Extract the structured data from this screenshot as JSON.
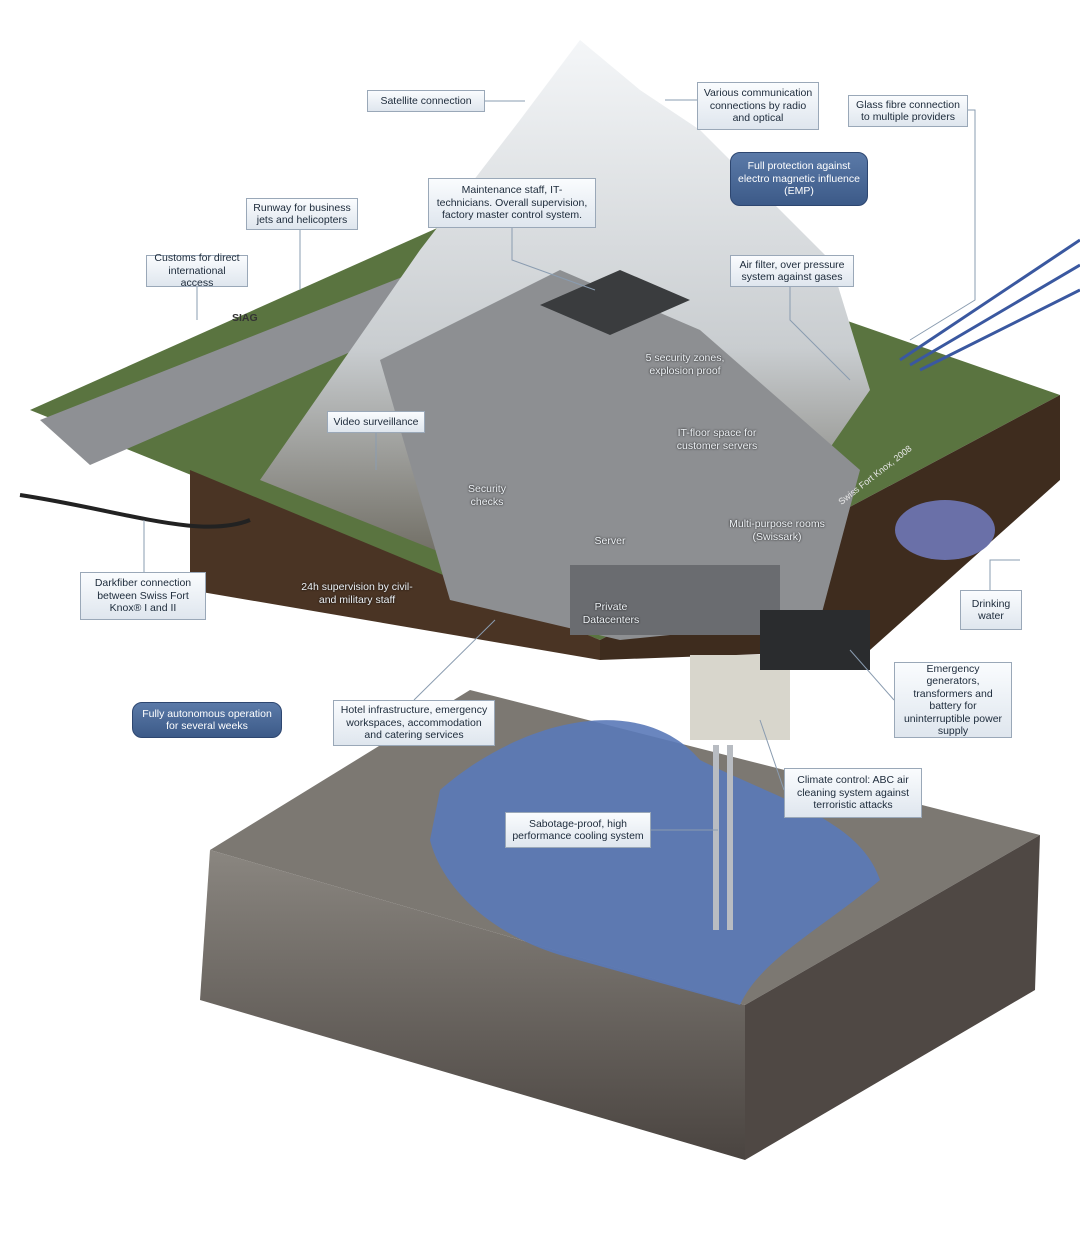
{
  "labels": {
    "satellite": "Satellite connection",
    "communication": "Various communication connections by radio and optical",
    "glass_fibre": "Glass fibre connection to multiple providers",
    "emp": "Full protection against electro magnetic influence (EMP)",
    "maintenance": "Maintenance staff, IT-technicians. Overall supervision, factory master control system.",
    "runway": "Runway for business jets and helicopters",
    "customs": "Customs for direct international access",
    "air_filter": "Air filter, over pressure system against gases",
    "video": "Video surveillance",
    "darkfiber": "Darkfiber connection between Swiss Fort Knox® I and II",
    "drinking_water": "Drinking water",
    "generators": "Emergency generators, transformers and battery for uninterruptible power supply",
    "autonomous": "Fully autonomous operation for several weeks",
    "hotel": "Hotel infrastructure, emergency workspaces, accommodation and catering services",
    "climate": "Climate control: ABC air cleaning system against terroristic attacks",
    "cooling": "Sabotage-proof, high performance cooling system"
  },
  "image_text": {
    "security_zones": "5 security zones, explosion proof",
    "it_floor": "IT-floor space for customer servers",
    "security_checks": "Security checks",
    "server": "Server",
    "multipurpose": "Multi-purpose rooms (Swissark)",
    "supervision": "24h supervision by civil- and military staff",
    "private_dc": "Private Datacenters",
    "signature": "Swiss Fort Knox, 2008",
    "building_logo": "SIAG"
  },
  "colors": {
    "dark_label": "#4a6a98",
    "water": "#5a79b8",
    "grass": "#4e6a3a",
    "soil": "#4a3424",
    "rock": "#6e6862"
  }
}
